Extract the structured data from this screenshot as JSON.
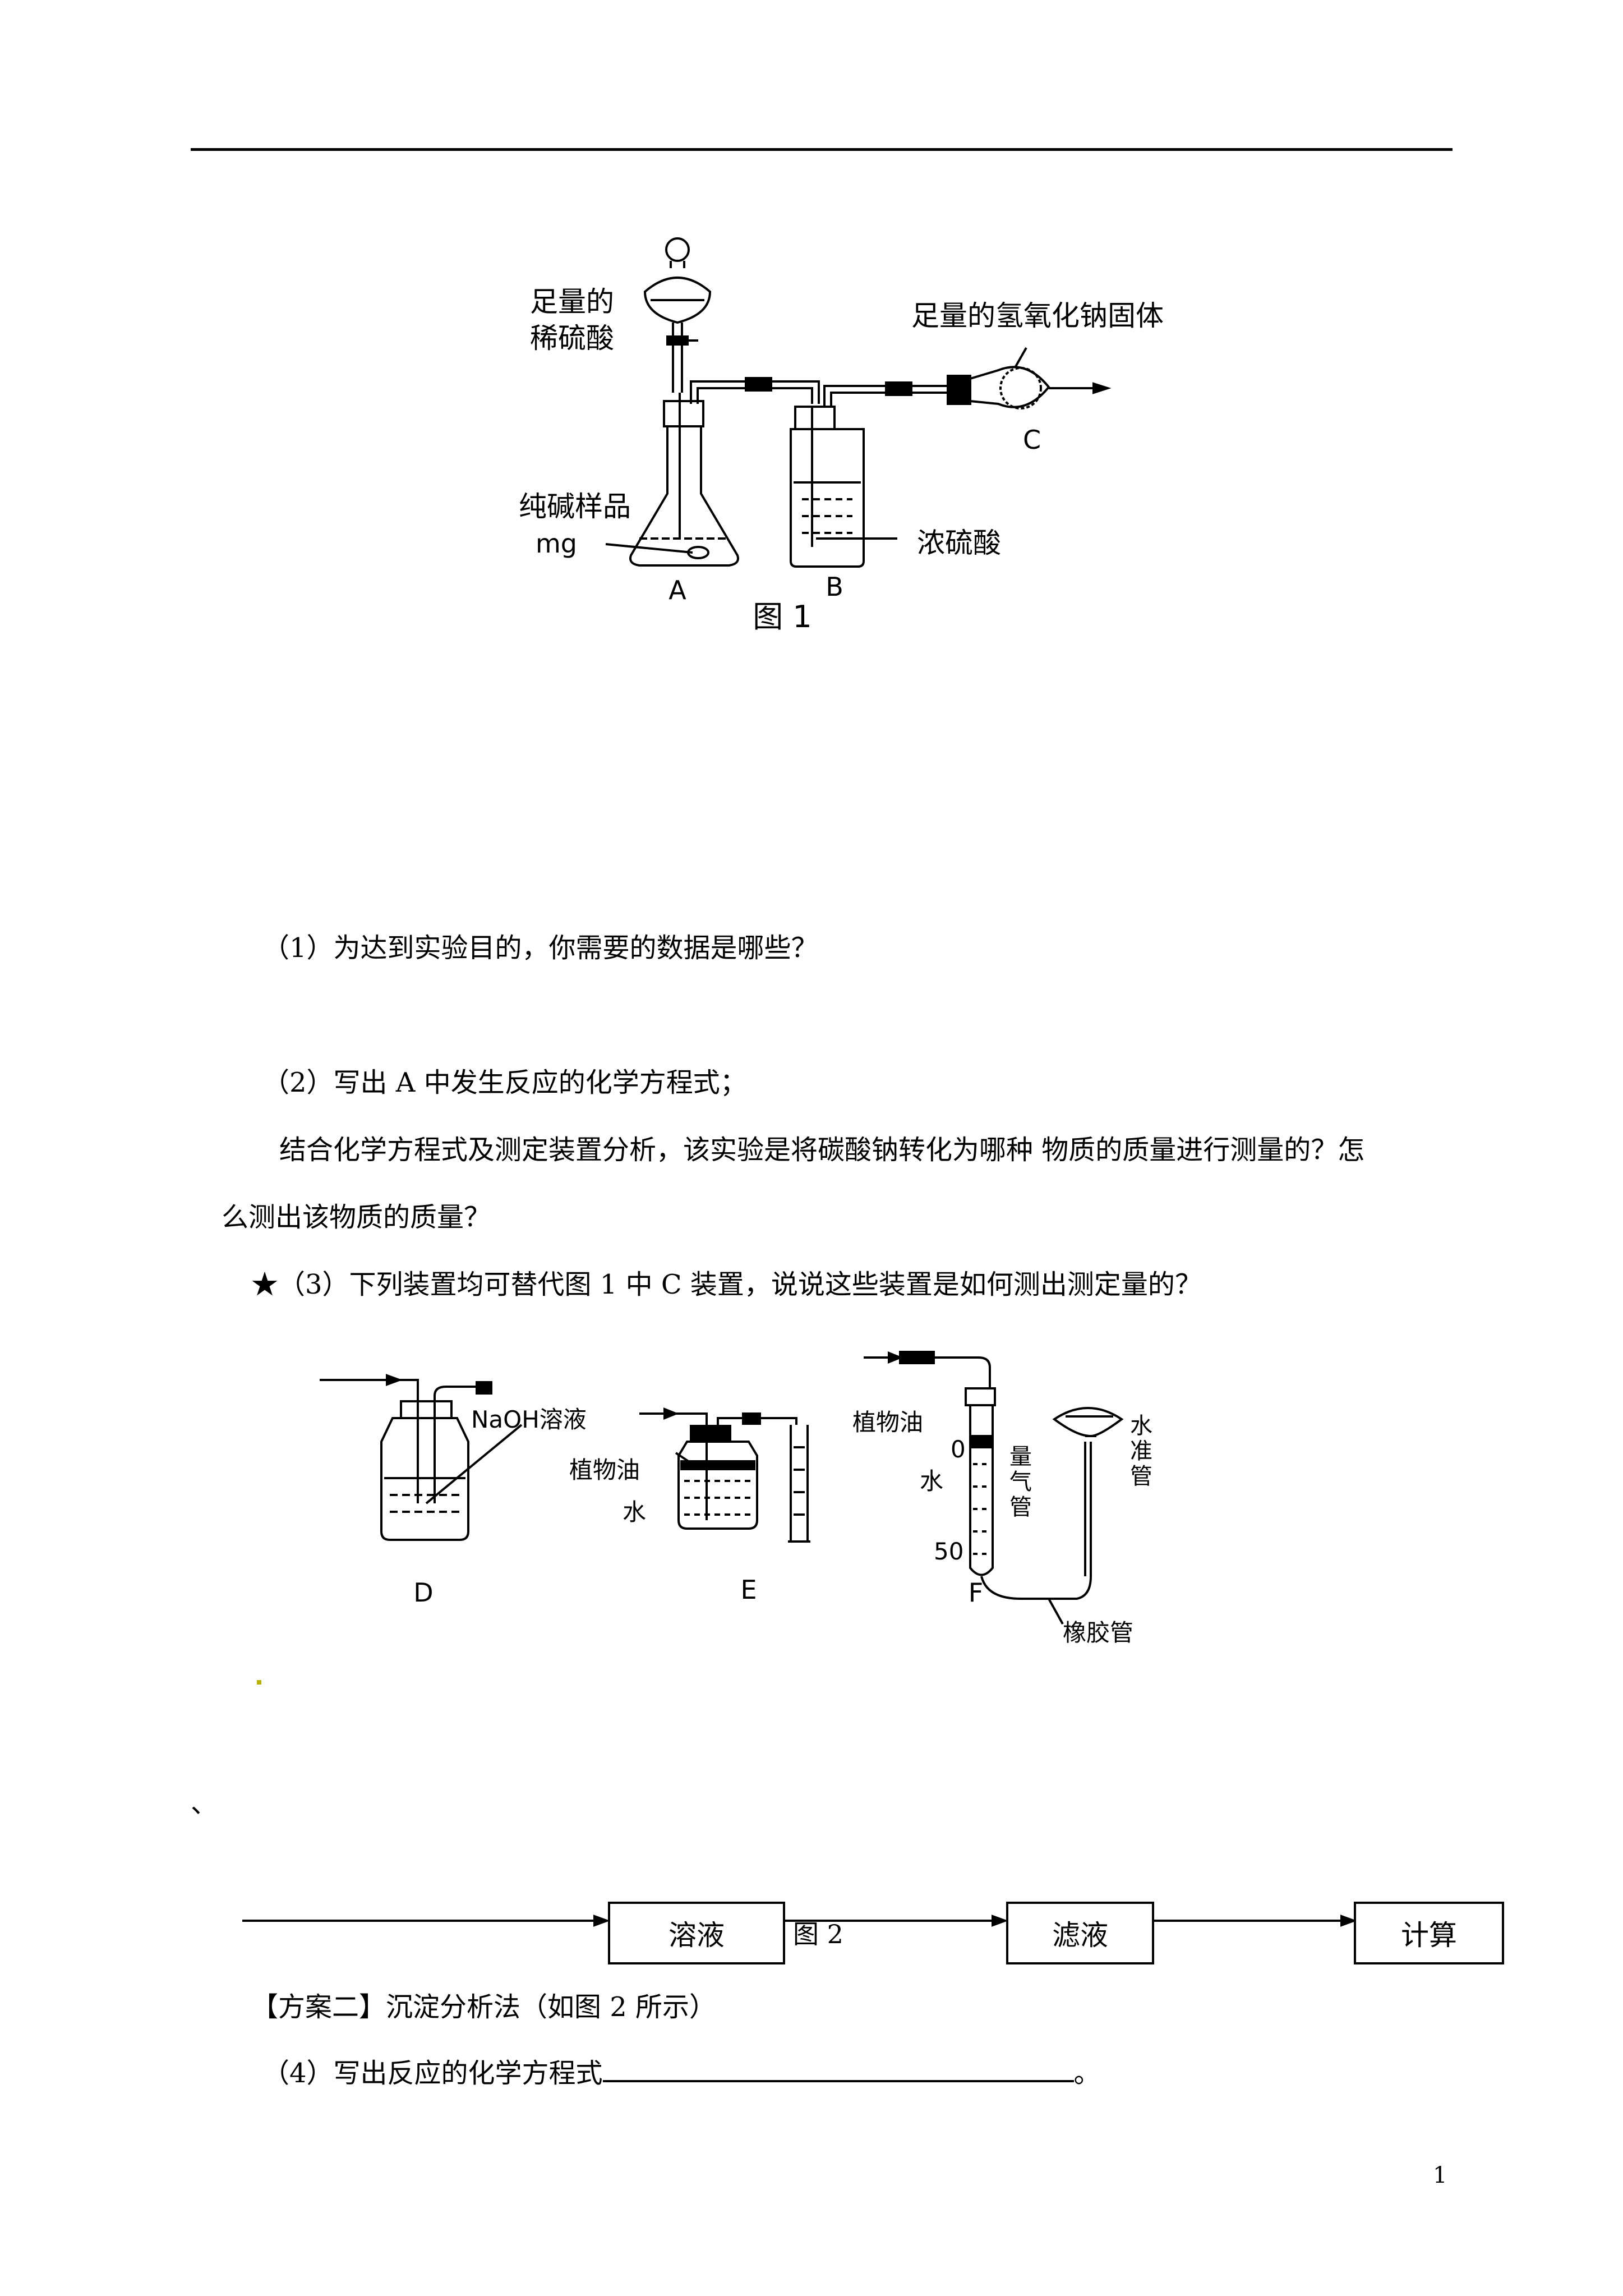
{
  "figure1": {
    "label_acid_line1": "足量的",
    "label_acid_line2": "稀硫酸",
    "label_naoh": "足量的氢氧化钠固体",
    "label_sample_line1": "纯碱样品",
    "label_sample_line2": "mg",
    "label_h2so4": "浓硫酸",
    "label_a": "A",
    "label_b": "B",
    "label_c": "C",
    "caption": "图 1"
  },
  "questions": {
    "q1": "（1）为达到实验目的，你需要的数据是哪些？",
    "q2": "（2）写出 A 中发生反应的化学方程式；",
    "q2_cont1": "结合化学方程式及测定装置分析，该实验是将碳酸钠转化为哪种 物质的质量进行测量的？怎",
    "q2_cont2": "么测出该物质的质量？",
    "q3": "★（3）下列装置均可替代图 1 中 C 装置，说说这些装置是如何测出测定量的？"
  },
  "figure_def": {
    "d_naoh": "NaOH溶液",
    "d_label": "D",
    "e_oil": "植物油",
    "e_water": "水",
    "e_label": "E",
    "f_oil": "植物油",
    "f_zero": "0",
    "f_water": "水",
    "f_fifty": "50",
    "f_burette_1": "量",
    "f_burette_2": "气",
    "f_burette_3": "管",
    "f_level_1": "水",
    "f_level_2": "准",
    "f_level_3": "管",
    "f_rubber": "橡胶管",
    "f_label": "F"
  },
  "stray_mark": "、",
  "flow": {
    "box1": "溶液",
    "caption": "图 2",
    "box2": "滤液",
    "box3": "计算"
  },
  "plan2": {
    "title": "【方案二】沉淀分析法（如图 2 所示）",
    "q4": "（4）写出反应的化学方程式",
    "q4_end": "。"
  },
  "page_number": "1"
}
